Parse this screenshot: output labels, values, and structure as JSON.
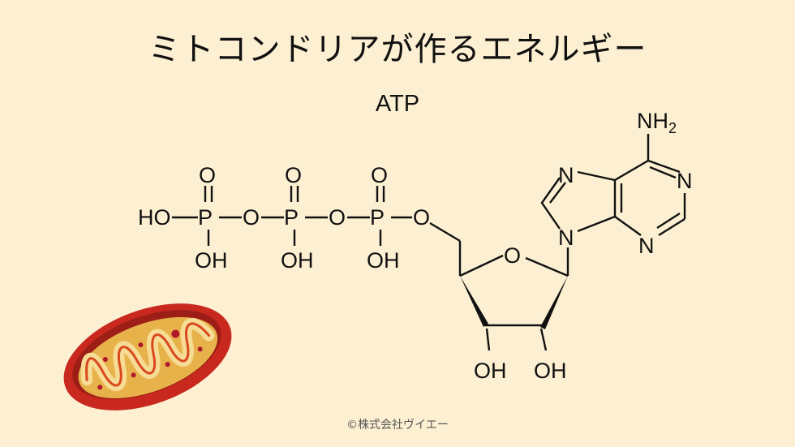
{
  "title": "ミトコンドリアが作るエネルギー",
  "molecule_label": "ATP",
  "copyright": "©株式会社ヴイエー",
  "atoms": {
    "ho": "HO",
    "p": "P",
    "o": "O",
    "oh": "OH",
    "n": "N",
    "nh": "NH",
    "nh_sub": "2"
  },
  "illustration": {
    "icon": "mitochondrion-icon",
    "colors": {
      "outer": "#c8281e",
      "inner": "#e8b24a",
      "matrix": "#f2d489",
      "dots": "#b0182d"
    }
  },
  "colors": {
    "background": "#fdf0d2",
    "text": "#111111"
  }
}
